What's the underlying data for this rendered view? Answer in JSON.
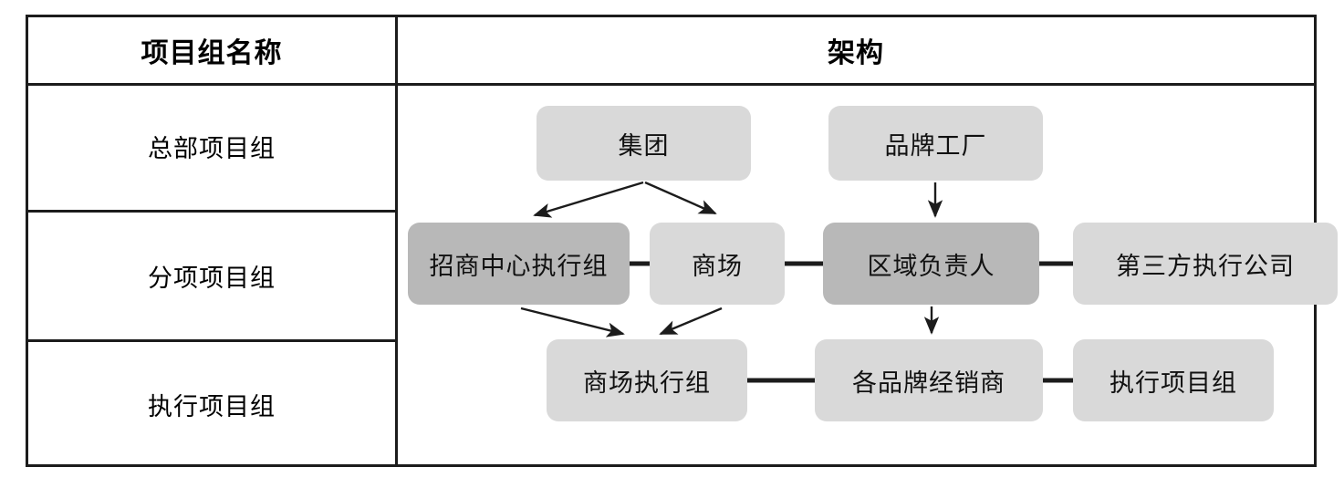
{
  "table": {
    "headers": [
      "项目组名称",
      "架构"
    ],
    "rows": [
      {
        "label": "总部项目组"
      },
      {
        "label": "分项项目组"
      },
      {
        "label": "执行项目组"
      }
    ]
  },
  "diagram": {
    "type": "org-chart",
    "nodes": [
      {
        "id": "jituan",
        "label": "集团",
        "tone": "light",
        "row": 1
      },
      {
        "id": "pinpai",
        "label": "品牌工厂",
        "tone": "light",
        "row": 1
      },
      {
        "id": "zhaoshang",
        "label": "招商中心执行组",
        "tone": "dark",
        "row": 2
      },
      {
        "id": "shangchang",
        "label": "商场",
        "tone": "light",
        "row": 2
      },
      {
        "id": "quyu",
        "label": "区域负责人",
        "tone": "dark",
        "row": 2
      },
      {
        "id": "disanfang",
        "label": "第三方执行公司",
        "tone": "light",
        "row": 2
      },
      {
        "id": "scZhixing",
        "label": "商场执行组",
        "tone": "light",
        "row": 3
      },
      {
        "id": "jingxiao",
        "label": "各品牌经销商",
        "tone": "light",
        "row": 3
      },
      {
        "id": "zhixing",
        "label": "执行项目组",
        "tone": "light",
        "row": 3
      }
    ],
    "edges": [
      {
        "from": "jituan",
        "to": "zhaoshang",
        "style": "arrow"
      },
      {
        "from": "jituan",
        "to": "shangchang",
        "style": "arrow"
      },
      {
        "from": "pinpai",
        "to": "quyu",
        "style": "arrow"
      },
      {
        "from": "quyu",
        "to": "jingxiao",
        "style": "arrow"
      },
      {
        "from": "zhaoshang",
        "to": "scZhixing",
        "style": "arrow"
      },
      {
        "from": "shangchang",
        "to": "scZhixing",
        "style": "arrow"
      },
      {
        "from": "zhaoshang",
        "to": "shangchang",
        "style": "line"
      },
      {
        "from": "shangchang",
        "to": "quyu",
        "style": "line"
      },
      {
        "from": "quyu",
        "to": "disanfang",
        "style": "line"
      },
      {
        "from": "scZhixing",
        "to": "jingxiao",
        "style": "line"
      },
      {
        "from": "jingxiao",
        "to": "zhixing",
        "style": "line"
      }
    ]
  },
  "colors": {
    "node_light": "#d9d9d9",
    "node_dark": "#b8b8b8",
    "border": "#1c1c1c",
    "connector": "#1c1c1c",
    "background": "#ffffff"
  }
}
